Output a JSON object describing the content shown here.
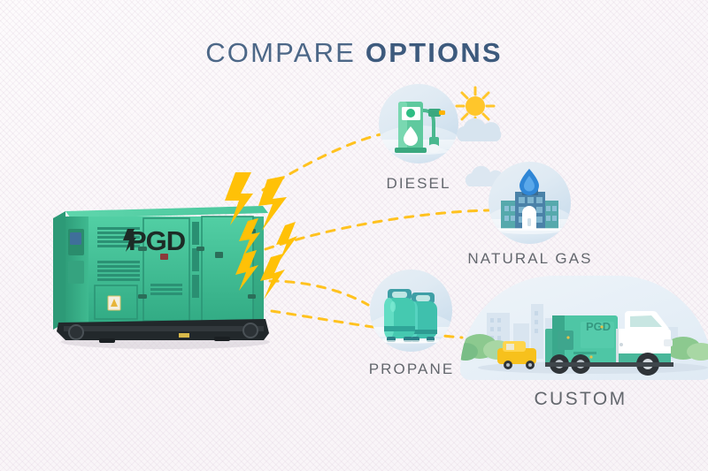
{
  "page": {
    "title_light": "COMPARE",
    "title_bold": "OPTIONS",
    "background_color": "#faf7f9",
    "title_color": "#4c6787",
    "label_color": "#63676d",
    "accent_yellow": "#ffc107",
    "generator_green": "#3cbf96",
    "brand": "PGD"
  },
  "generator": {
    "name": "standby-generator",
    "brand_logo": "PGD",
    "body_color": "#3dbe93",
    "base_color": "#2a2f33",
    "caption": ""
  },
  "options": [
    {
      "id": "diesel",
      "label": "DIESEL",
      "icon": "fuel-pump-icon",
      "accessories": [
        "sun-icon",
        "cloud-icon",
        "cloud-icon"
      ]
    },
    {
      "id": "natural-gas",
      "label": "NATURAL GAS",
      "icon": "gas-plant-building-icon",
      "accessories": [
        "flame-icon"
      ]
    },
    {
      "id": "propane",
      "label": "PROPANE",
      "icon": "propane-tanks-icon",
      "accessories": []
    },
    {
      "id": "custom",
      "label": "CUSTOM",
      "icon": "delivery-truck-generator-icon",
      "accessories": [
        "city-skyline",
        "trees",
        "yellow-car"
      ]
    }
  ],
  "connectors": {
    "style": "dashed",
    "color": "#ffc21f",
    "count": 4
  },
  "bolts": {
    "name": "lightning-bolt",
    "color": "#ffc107",
    "count": 6
  }
}
